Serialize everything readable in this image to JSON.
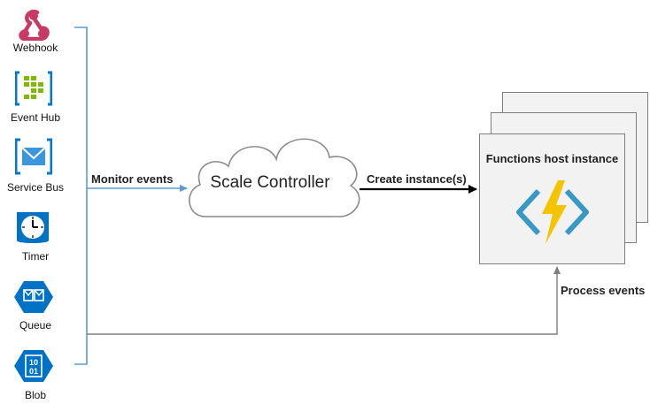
{
  "sources": [
    {
      "label": "Webhook",
      "icon": "webhook-icon"
    },
    {
      "label": "Event Hub",
      "icon": "event-hub-icon"
    },
    {
      "label": "Service Bus",
      "icon": "service-bus-icon"
    },
    {
      "label": "Timer",
      "icon": "timer-icon"
    },
    {
      "label": "Queue",
      "icon": "queue-icon"
    },
    {
      "label": "Blob",
      "icon": "blob-icon"
    }
  ],
  "blob_icon_text": [
    "10",
    "01"
  ],
  "edges": {
    "monitor": "Monitor events",
    "create": "Create instance(s)",
    "process": "Process events"
  },
  "scale_controller": "Scale Controller",
  "host": {
    "title": "Functions host instance",
    "icon": "azure-functions-icon"
  },
  "colors": {
    "connector": "#5b9bd5",
    "arrow_create": "#000000",
    "arrow_process": "#7f7f7f",
    "azure_blue": "#0078d4",
    "webhook_red": "#c73a63",
    "event_hub_green": "#7fba00",
    "functions_yellow": "#f5c400"
  }
}
